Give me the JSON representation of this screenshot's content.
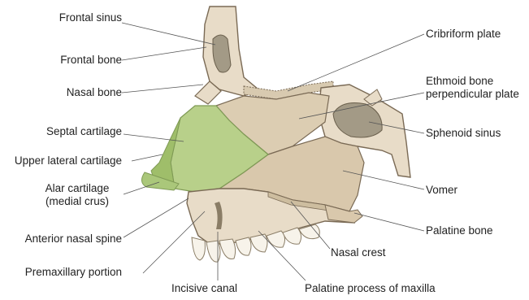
{
  "labels": {
    "frontal_sinus": "Frontal sinus",
    "frontal_bone": "Frontal bone",
    "nasal_bone": "Nasal bone",
    "septal_cartilage": "Septal cartilage",
    "upper_lateral_cartilage": "Upper lateral cartilage",
    "alar_cartilage_line1": "Alar cartilage",
    "alar_cartilage_line2": "(medial crus)",
    "anterior_nasal_spine": "Anterior nasal spine",
    "premaxillary_portion": "Premaxillary portion",
    "incisive_canal": "Incisive canal",
    "palatine_process_of_maxilla": "Palatine process of maxilla",
    "nasal_crest": "Nasal crest",
    "palatine_bone": "Palatine bone",
    "vomer": "Vomer",
    "sphenoid_sinus": "Sphenoid sinus",
    "ethmoid_line1": "Ethmoid bone",
    "ethmoid_line2": "perpendicular plate",
    "cribriform_plate": "Cribriform plate"
  },
  "colors": {
    "bone": "#e8dcc8",
    "bone_outline": "#7a6a55",
    "ethmoid": "#dccdb2",
    "vomer": "#d9c8ac",
    "cartilage": "#b8d08a",
    "cartilage_dark": "#9fbe6a",
    "sinus": "#a39a86",
    "teeth": "#f7f3ea",
    "leader": "#555555"
  }
}
